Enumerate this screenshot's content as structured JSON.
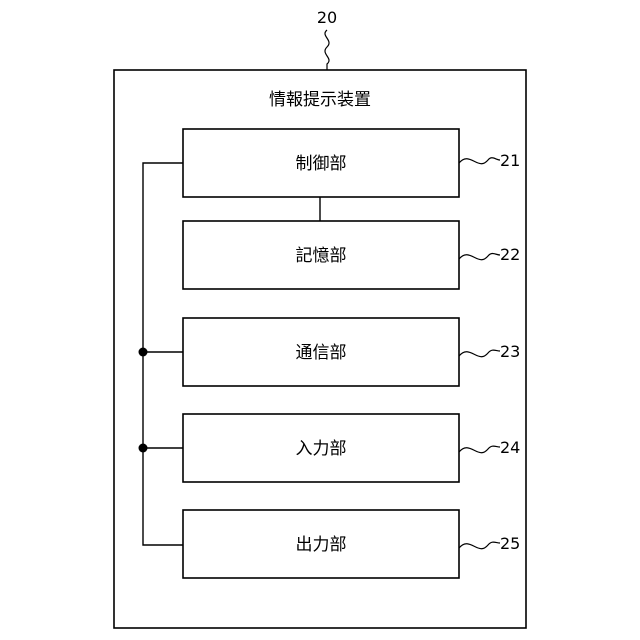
{
  "device": {
    "ref": "20",
    "title": "情報提示装置"
  },
  "blocks": [
    {
      "label": "制御部",
      "ref": "21"
    },
    {
      "label": "記憶部",
      "ref": "22"
    },
    {
      "label": "通信部",
      "ref": "23"
    },
    {
      "label": "入力部",
      "ref": "24"
    },
    {
      "label": "出力部",
      "ref": "25"
    }
  ]
}
